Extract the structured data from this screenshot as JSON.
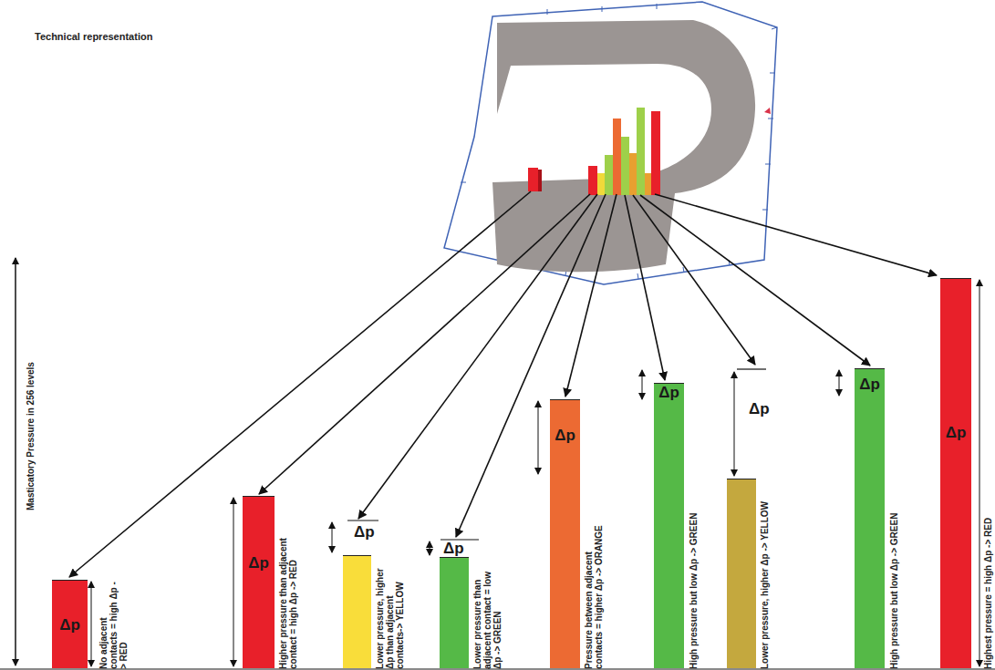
{
  "diagram": {
    "nodes": [
      {
        "text": [
          "Δp",
          "No adjacent contacts = high Δp -> RED"
        ]
      },
      {
        "text": [
          "Δp",
          "Higher pressure than adjacent contact = high Δp -> RED"
        ]
      },
      {
        "text": [
          "Δp",
          "Lower pressure, higher Δp than adjacent contacts-> YELLOW"
        ]
      },
      {
        "text": [
          "Δp",
          "Lower pressure than adjacent contact = low Δp -> GREEN"
        ]
      },
      {
        "text": [
          "Δp",
          "Pressure between adjacent contacts = higher Δp -> ORANGE"
        ]
      },
      {
        "text": [
          "Δp",
          "High pressure but low Δp -> GREEN"
        ]
      },
      {
        "text": [
          "Δp",
          "Lower pressure, higher Δp -> YELLOW"
        ]
      },
      {
        "text": [
          "Δp",
          "High pressure but low Δp -> GREEN"
        ]
      },
      {
        "text": [
          "Δp",
          "Highest pressure = high Δp -> RED"
        ]
      }
    ],
    "labels": [
      "Technical representation",
      "Masticatory Pressure in 256 levels"
    ]
  }
}
